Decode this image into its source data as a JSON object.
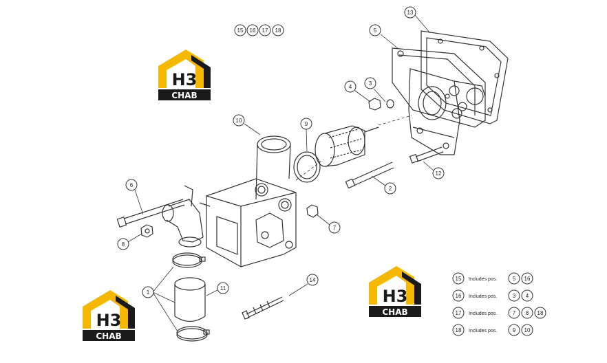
{
  "header_refs": [
    "15",
    "16",
    "17",
    "18"
  ],
  "callouts": {
    "c1": "1",
    "c2": "2",
    "c3": "3",
    "c4": "4",
    "c5": "5",
    "c6": "6",
    "c7": "7",
    "c8": "8",
    "c9": "9",
    "c10": "10",
    "c11": "11",
    "c12": "12",
    "c13": "13",
    "c14": "14"
  },
  "legend": [
    {
      "ref": "15",
      "text": "Includes pos.",
      "items": [
        "5",
        "16"
      ]
    },
    {
      "ref": "16",
      "text": "Includes pos.",
      "items": [
        "3",
        "4"
      ]
    },
    {
      "ref": "17",
      "text": "Includes pos.",
      "items": [
        "7",
        "8",
        "18"
      ]
    },
    {
      "ref": "18",
      "text": "Includes pos.",
      "items": [
        "9",
        "10"
      ]
    }
  ],
  "logo": {
    "mark": "H3",
    "word": "CHAB"
  },
  "colors": {
    "logo_yellow": "#f5b800",
    "logo_black": "#1a1a1a",
    "line": "#333333"
  }
}
